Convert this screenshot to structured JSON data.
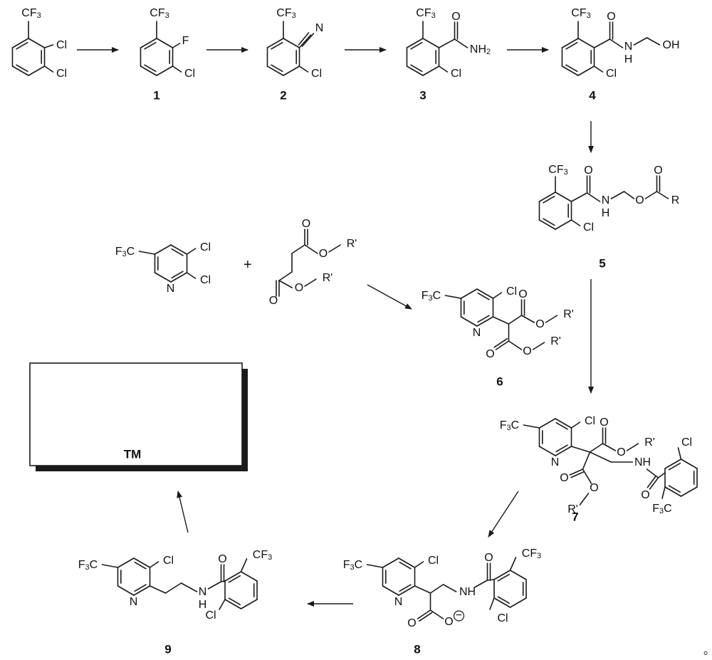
{
  "scheme": {
    "compounds": [
      {
        "id": "sm",
        "label": ""
      },
      {
        "id": "c1",
        "label": "1"
      },
      {
        "id": "c2",
        "label": "2"
      },
      {
        "id": "c3",
        "label": "3"
      },
      {
        "id": "c4",
        "label": "4"
      },
      {
        "id": "c5",
        "label": "5"
      },
      {
        "id": "c6",
        "label": "6"
      },
      {
        "id": "c7",
        "label": "7"
      },
      {
        "id": "c8",
        "label": "8"
      },
      {
        "id": "c9",
        "label": "9"
      },
      {
        "id": "tm",
        "label": "TM"
      }
    ],
    "atoms": {
      "cf3": "CF3",
      "f3c": "F3C",
      "cl": "Cl",
      "f": "F",
      "n": "N",
      "nh2": "NH2",
      "o": "O",
      "oh": "OH",
      "h": "H",
      "nh": "NH",
      "r": "R",
      "r_prime": "R'",
      "charge": "−"
    },
    "plus_sign": "+",
    "end_mark": "。"
  }
}
